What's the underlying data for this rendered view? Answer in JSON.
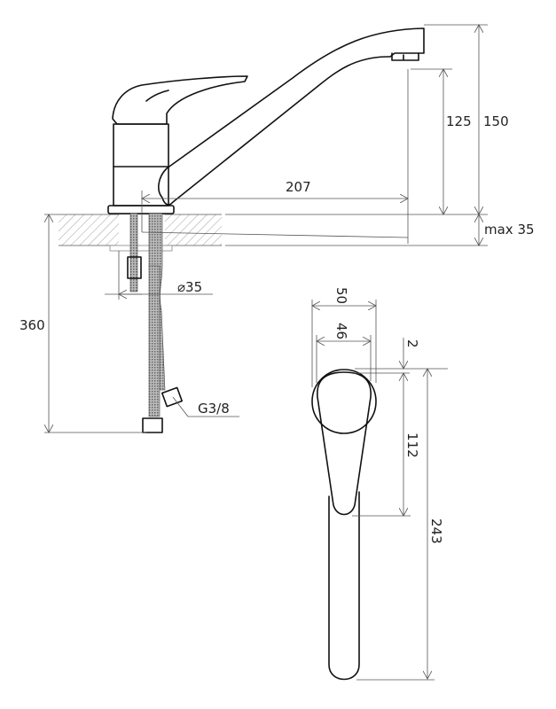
{
  "title": "Single-lever sink mixer dimension drawing",
  "side_view": {
    "reach": "207",
    "spout_height": "125",
    "total_height": "150",
    "counter_thickness": "max 35",
    "hose_length": "360",
    "hole_diameter": "⌀35",
    "connection": "G3/8"
  },
  "top_view": {
    "outer_diameter": "50",
    "inner_width": "46",
    "offset": "2",
    "lever_length": "112",
    "total_length": "243"
  }
}
